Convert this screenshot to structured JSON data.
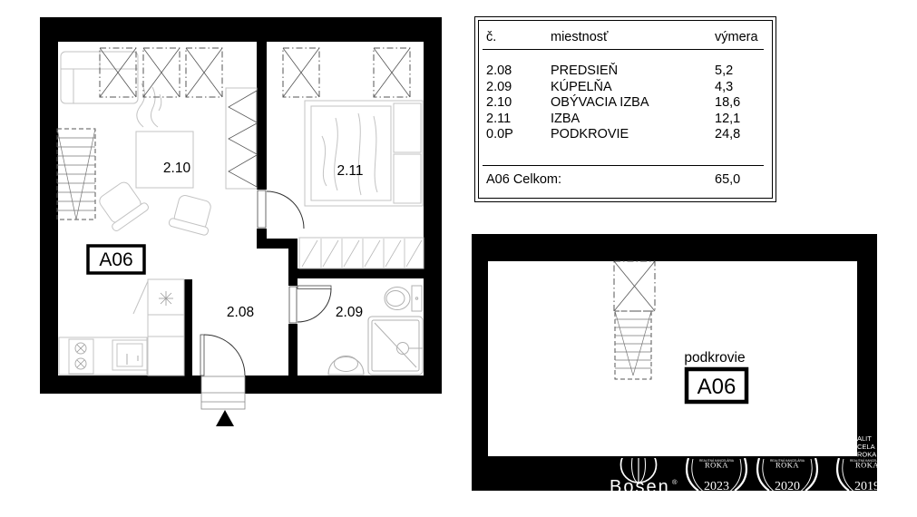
{
  "plan_upper": {
    "unit_label": "A06",
    "rooms": {
      "hall": "2.08",
      "bath": "2.09",
      "living": "2.10",
      "bedroom": "2.11"
    }
  },
  "room_table": {
    "col_no": "č.",
    "col_room": "miestnosť",
    "col_area": "výmera",
    "rows": [
      {
        "no": "2.08",
        "name": "PREDSIEŇ",
        "area": "5,2"
      },
      {
        "no": "2.09",
        "name": "KÚPELŇA",
        "area": "4,3"
      },
      {
        "no": "2.10",
        "name": "OBÝVACIA IZBA",
        "area": "18,6"
      },
      {
        "no": "2.11",
        "name": "IZBA",
        "area": "12,1"
      },
      {
        "no": "0.0P",
        "name": "PODKROVIE",
        "area": "24,8"
      }
    ],
    "total_label": "A06 Celkom:",
    "total_value": "65,0"
  },
  "plan_attic": {
    "title": "podkrovie",
    "unit_label": "A06"
  },
  "watermark": {
    "brand": "Bosen",
    "registered": "®",
    "badges": [
      {
        "caption": "REALITNÁ KANCELÁRIA",
        "name": "ROKA",
        "year": "2023"
      },
      {
        "caption": "REALITNÁ KANCELÁRIA",
        "name": "ROKA",
        "year": "2020"
      },
      {
        "caption": "REALITNÁ KANCELÁRIA",
        "name": "ROKA",
        "year": "2019"
      }
    ],
    "edge_fragments": [
      "ALIT",
      "CELA",
      "ROKA"
    ]
  },
  "colors": {
    "wall": "#000000",
    "furniture": "#c3c3c3",
    "window_lines": "#555555",
    "paper": "#ffffff"
  }
}
